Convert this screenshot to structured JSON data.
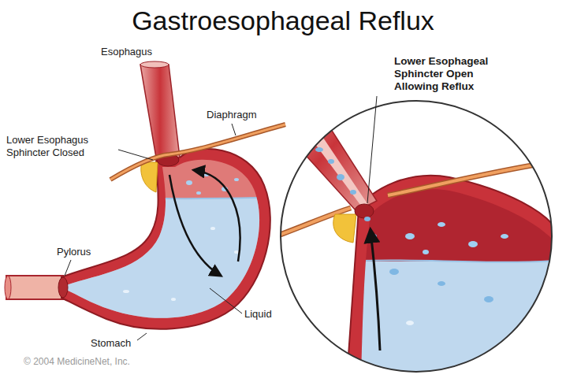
{
  "diagram": {
    "title": "Gastroesophageal Reflux",
    "labels": [
      "Esophagus",
      "Diaphragm",
      "Lower Esophagus Sphincter Closed",
      "Lower Esophageal Sphincter Open Allowing Reflux",
      "Pylorus",
      "Liquid",
      "Stomach",
      "© 2004 MedicineNet, Inc."
    ]
  }
}
